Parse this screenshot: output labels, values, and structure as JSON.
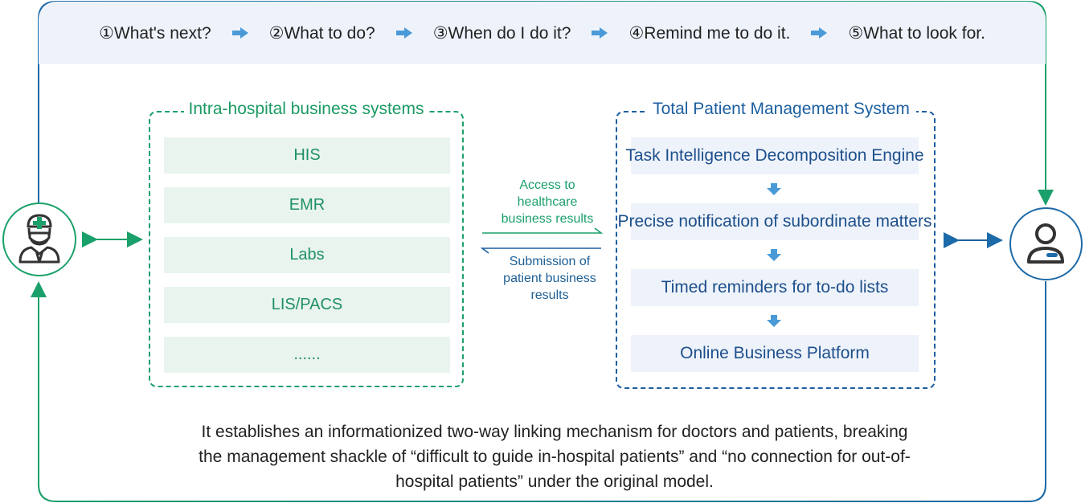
{
  "steps": [
    {
      "label": "①What's next?"
    },
    {
      "label": "②What to do?"
    },
    {
      "label": "③When do I do it?"
    },
    {
      "label": "④Remind me to do it."
    },
    {
      "label": "⑤What to look for."
    }
  ],
  "left_box": {
    "title": "Intra-hospital business systems",
    "items": [
      "HIS",
      "EMR",
      "Labs",
      "LIS/PACS",
      "......"
    ]
  },
  "right_box": {
    "title": "Total Patient Management System",
    "items": [
      "Task Intelligence Decomposition Engine",
      "Precise notification of subordinate matters",
      "Timed reminders for to-do lists",
      "Online Business Platform"
    ]
  },
  "middle": {
    "access": [
      "Access to",
      "healthcare",
      "business results"
    ],
    "submission": [
      "Submission of",
      "patient business",
      "results"
    ]
  },
  "bottom_text": [
    "It establishes an informationized two-way linking mechanism for doctors and patients, breaking",
    "the management shackle of “difficult to guide in-hospital patients” and “no connection for out-of-",
    "hospital patients” under the original model."
  ],
  "colors": {
    "green": "#1aa06a",
    "blue": "#1d5fa1",
    "arrow_blue": "#3a8fd0"
  },
  "icons": {
    "doctor": "doctor-icon",
    "patient": "patient-icon"
  }
}
